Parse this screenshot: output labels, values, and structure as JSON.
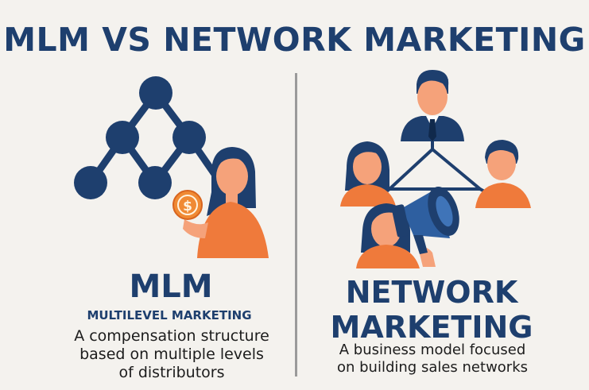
{
  "title": "MLM VS NETWORK MARKETING",
  "left": {
    "heading": "MLM",
    "subheading": "MULTILEVEL MARKETING",
    "description_lines": [
      "A compensation structure",
      "based on multiple levels",
      "of distributors"
    ],
    "coin_symbol": "$"
  },
  "right": {
    "heading_lines": [
      "NETWORK",
      "MARKETING"
    ],
    "description_lines": [
      "A business model focused",
      "on building sales networks"
    ]
  },
  "icons": [
    "network-tree-icon",
    "woman-holding-coin-icon",
    "dollar-coin-icon",
    "businessman-icon",
    "woman-icon",
    "man-icon",
    "woman-with-megaphone-icon",
    "megaphone-icon"
  ],
  "colors": {
    "navy": "#1e3f6e",
    "orange": "#ef7a3b",
    "skin": "#f5a27a",
    "background": "#f4f2ee",
    "divider": "#9a9a9a"
  }
}
